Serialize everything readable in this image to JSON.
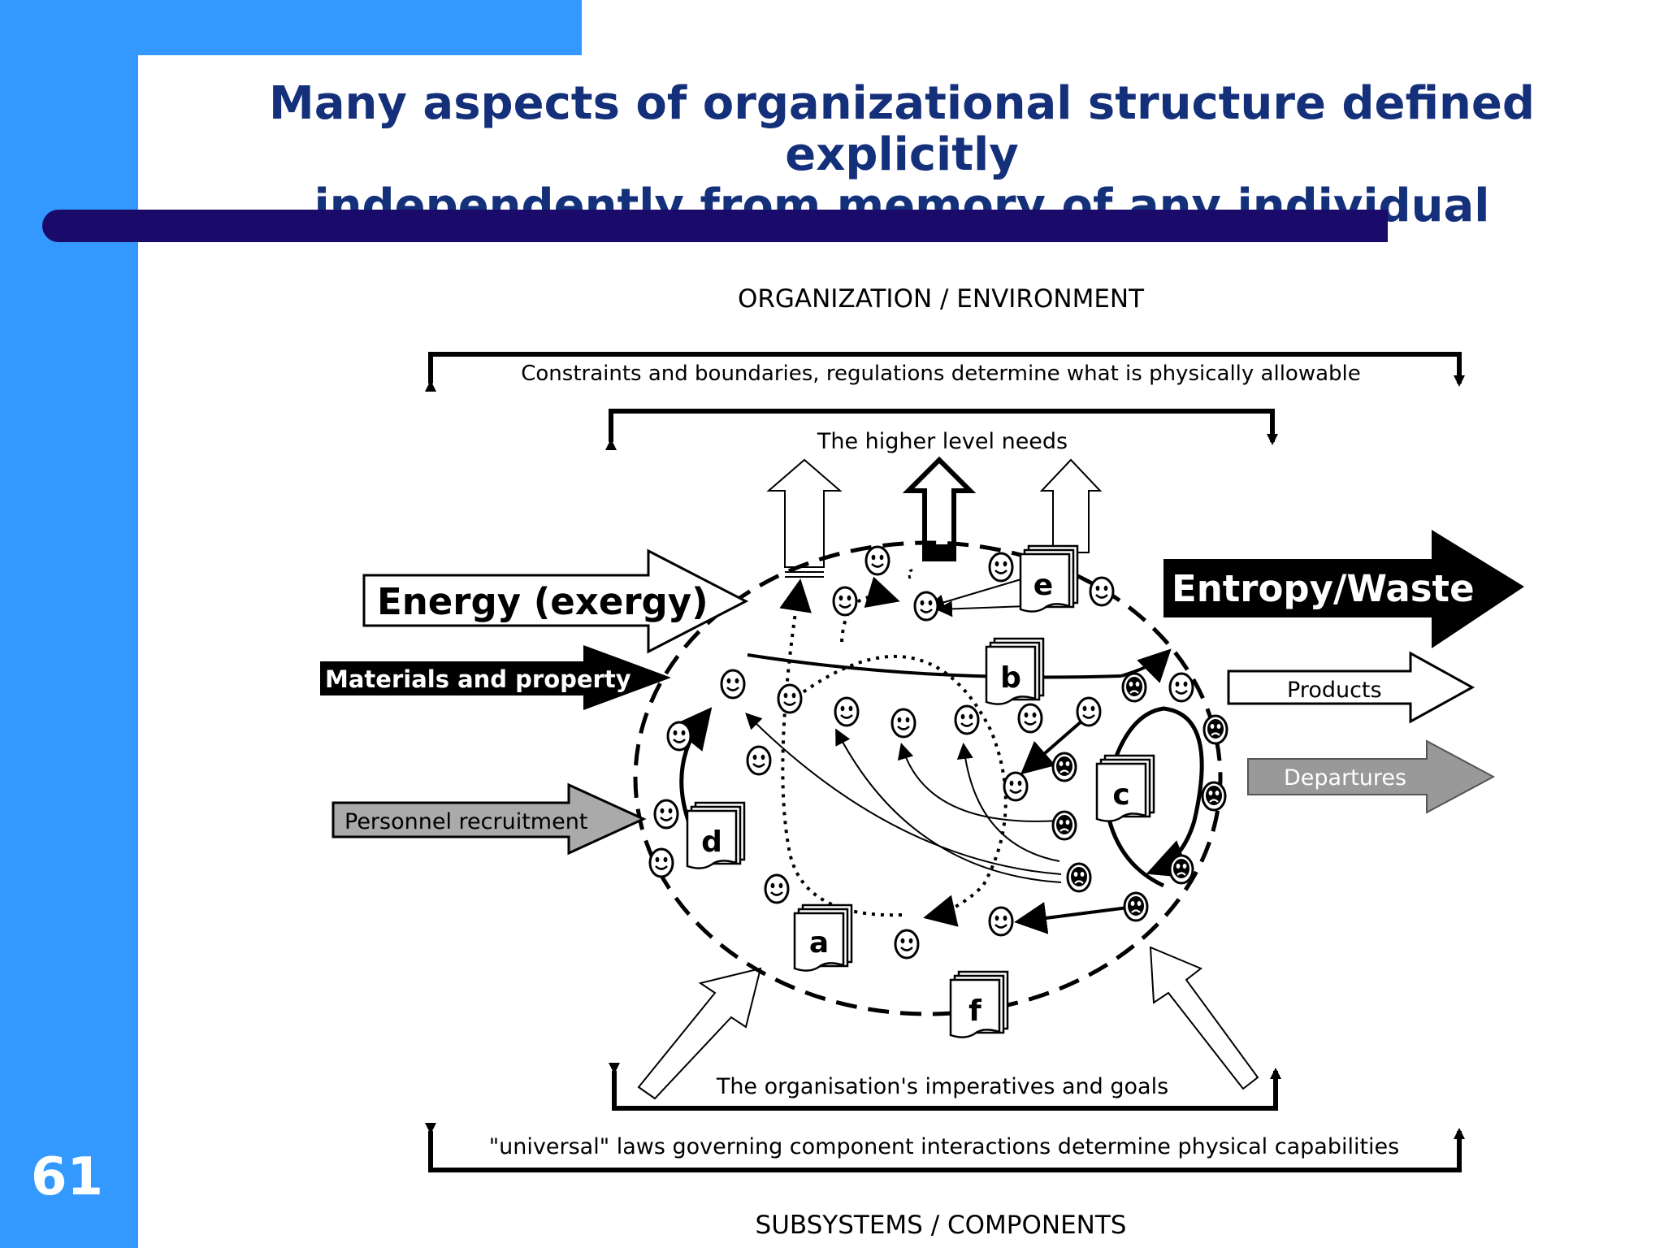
{
  "slide": {
    "title_line1": "Many aspects of organizational structure defined explicitly",
    "title_line2": "independently from memory of any individual",
    "number": "61"
  },
  "diagram": {
    "top_label": "ORGANIZATION / ENVIRONMENT",
    "bottom_label": "SUBSYSTEMS / COMPONENTS",
    "constraints": "Constraints and boundaries, regulations determine what is physically allowable",
    "higher_needs": "The higher level needs",
    "imperatives": "The organisation's imperatives and goals",
    "laws": "\"universal\" laws governing component interactions determine physical capabilities",
    "inputs": {
      "energy": "Energy (exergy)",
      "materials": "Materials and property",
      "personnel": "Personnel recruitment"
    },
    "outputs": {
      "entropy": "Entropy/Waste",
      "products": "Products",
      "departures": "Departures"
    },
    "documents": [
      "a",
      "b",
      "c",
      "d",
      "e",
      "f"
    ]
  },
  "colors": {
    "sidebar": "#3399ff",
    "title_text": "#14307a",
    "rule": "#1a0a6a"
  }
}
